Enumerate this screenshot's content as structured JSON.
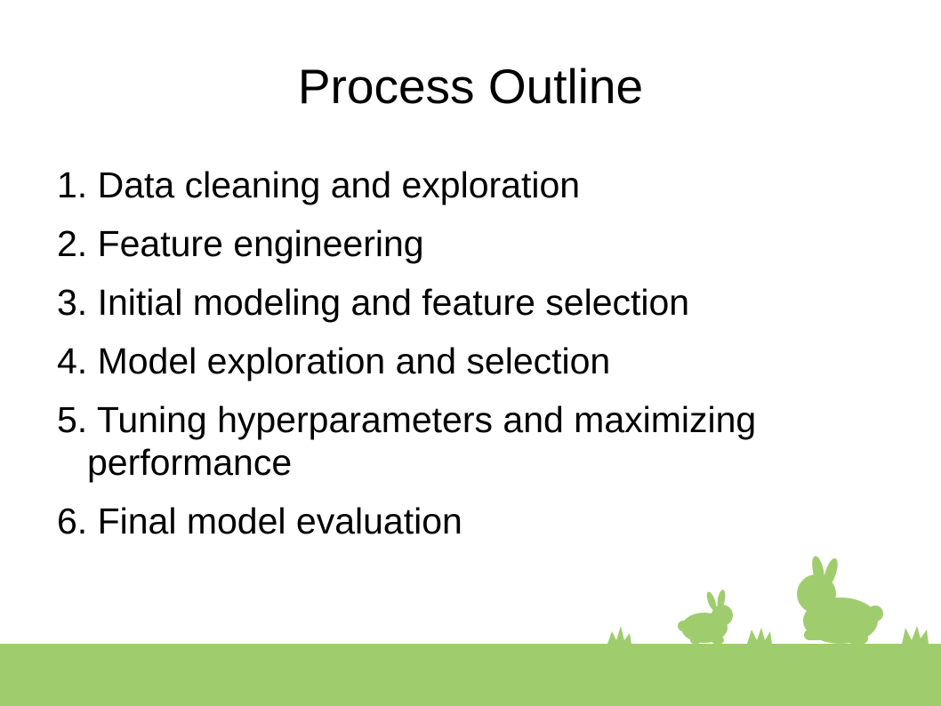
{
  "slide": {
    "title": "Process Outline",
    "items": [
      "1. Data cleaning and exploration",
      "2. Feature engineering",
      "3. Initial modeling and feature selection",
      "4. Model exploration and selection",
      "5. Tuning hyperparameters and maximizing performance",
      "6. Final model evaluation"
    ]
  },
  "colors": {
    "ground": "#9fcd6e",
    "text": "#000000",
    "background": "#ffffff"
  },
  "icons": [
    "small-rabbit-icon",
    "large-rabbit-icon",
    "grass-tuft-icon"
  ]
}
